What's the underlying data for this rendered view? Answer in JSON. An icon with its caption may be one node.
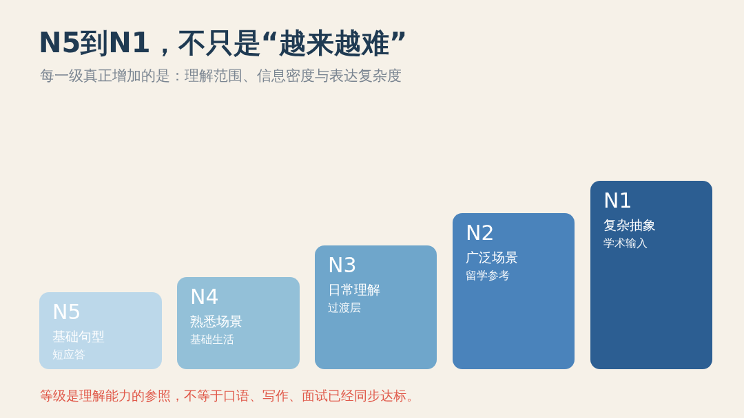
{
  "diagram": {
    "title": "N5到N1，不只是“越来越难”",
    "nodes": [
      {
        "text": [
          "N5",
          "基础句型",
          "短应答"
        ]
      },
      {
        "text": [
          "N4",
          "熟悉场景",
          "基础生活"
        ]
      },
      {
        "text": [
          "N3",
          "日常理解",
          "过渡层"
        ]
      },
      {
        "text": [
          "N2",
          "广泛场景",
          "留学参考"
        ]
      },
      {
        "text": [
          "N1",
          "复杂抽象",
          "学术输入"
        ]
      }
    ],
    "labels": [
      "每一级真正增加的是：理解范围、信息密度与表达复杂度",
      "等级是理解能力的参照，不等于口语、写作、面试已经同步达标。"
    ]
  }
}
